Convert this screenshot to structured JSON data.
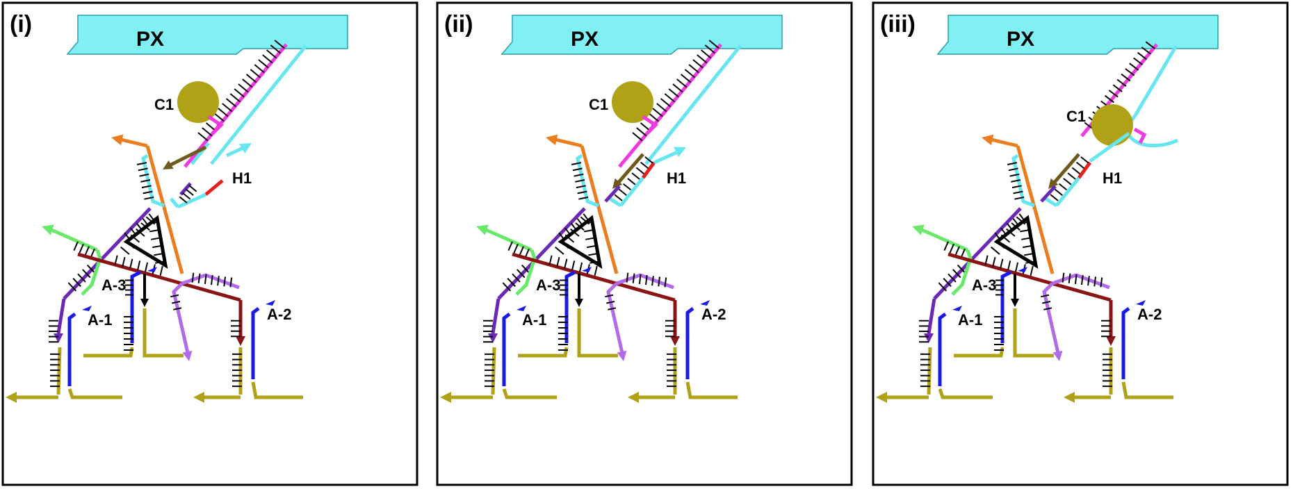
{
  "colors": {
    "px": "#80f0f4",
    "purple": "#6a28b4",
    "blue": "#1a1ae8",
    "olive": "#b0a216",
    "orange": "#ea7d1e",
    "cyan": "#66e6f0",
    "magenta": "#ee3ae0",
    "red": "#e62020",
    "green": "#6ae86a",
    "maroon": "#8a1414",
    "lilac": "#b36ae8",
    "dark_olive": "#6e5a1a",
    "black": "#000000"
  },
  "panels": [
    {
      "label": "(i)",
      "px": "PX",
      "c1": "C1",
      "h1": "H1",
      "a1": "A-1",
      "a2": "A-2",
      "a3": "A-3",
      "variant": 1
    },
    {
      "label": "(ii)",
      "px": "PX",
      "c1": "C1",
      "h1": "H1",
      "a1": "A-1",
      "a2": "A-2",
      "a3": "A-3",
      "variant": 2
    },
    {
      "label": "(iii)",
      "px": "PX",
      "c1": "C1",
      "h1": "H1",
      "a1": "A-1",
      "a2": "A-2",
      "a3": "A-3",
      "variant": 3
    }
  ]
}
